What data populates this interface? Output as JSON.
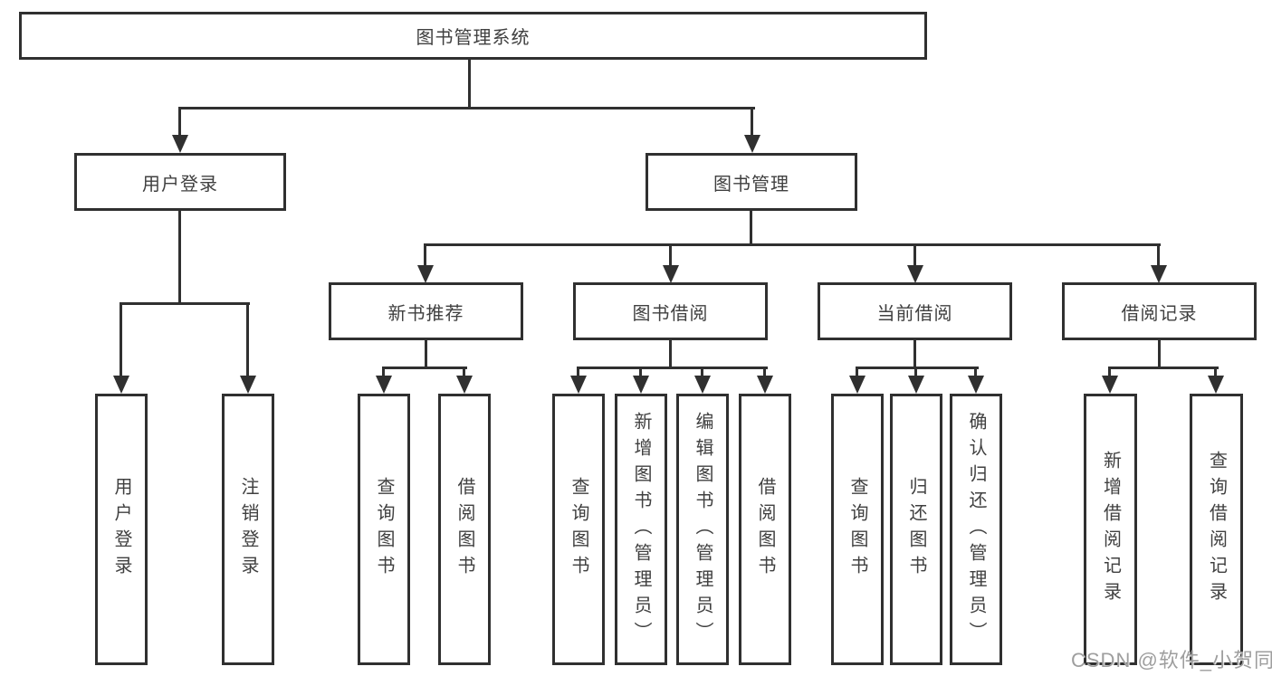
{
  "page": {
    "background": "#ffffff",
    "line_color": "#303030",
    "text_color": "#404040"
  },
  "watermark": {
    "text": "CSDN @软件_小贺同学"
  },
  "diagram": {
    "root": {
      "label": "图书管理系统"
    },
    "level2": [
      {
        "id": "user-login",
        "label": "用户登录"
      },
      {
        "id": "book-management",
        "label": "图书管理"
      }
    ],
    "level3": [
      {
        "id": "new-book-recommendation",
        "label": "新书推荐"
      },
      {
        "id": "book-borrowing",
        "label": "图书借阅"
      },
      {
        "id": "current-borrowing",
        "label": "当前借阅"
      },
      {
        "id": "borrowing-records",
        "label": "借阅记录"
      }
    ],
    "leaves": {
      "user_login": [
        {
          "label": "用户登录"
        },
        {
          "label": "注销登录"
        }
      ],
      "new_book_recommendation": [
        {
          "label": "查询图书"
        },
        {
          "label": "借阅图书"
        }
      ],
      "book_borrowing": [
        {
          "label": "查询图书"
        },
        {
          "label": "新增图书（管理员）"
        },
        {
          "label": "编辑图书（管理员）"
        },
        {
          "label": "借阅图书"
        }
      ],
      "current_borrowing": [
        {
          "label": "查询图书"
        },
        {
          "label": "归还图书"
        },
        {
          "label": "确认归还（管理员）"
        }
      ],
      "borrowing_records": [
        {
          "label": "新增借阅记录"
        },
        {
          "label": "查询借阅记录"
        }
      ]
    }
  }
}
